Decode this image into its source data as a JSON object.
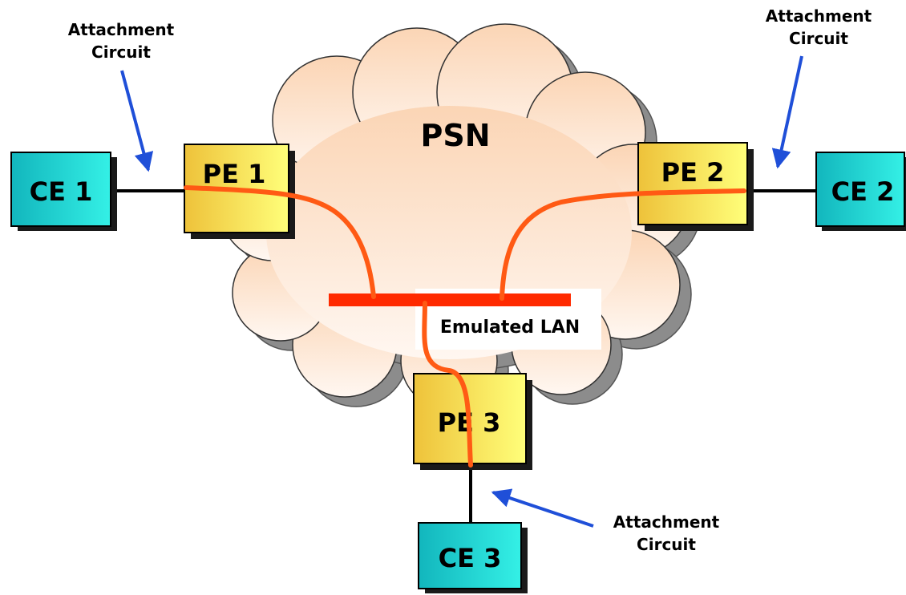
{
  "network": {
    "label": "PSN"
  },
  "lan": {
    "label": "Emulated LAN"
  },
  "ce_nodes": [
    {
      "id": "ce1",
      "label": "CE 1"
    },
    {
      "id": "ce2",
      "label": "CE 2"
    },
    {
      "id": "ce3",
      "label": "CE 3"
    }
  ],
  "pe_nodes": [
    {
      "id": "pe1",
      "label": "PE 1"
    },
    {
      "id": "pe2",
      "label": "PE 2"
    },
    {
      "id": "pe3",
      "label": "PE 3"
    }
  ],
  "attachment_circuits": [
    {
      "id": "ac1",
      "line1": "Attachment",
      "line2": "Circuit"
    },
    {
      "id": "ac2",
      "line1": "Attachment",
      "line2": "Circuit"
    },
    {
      "id": "ac3",
      "line1": "Attachment",
      "line2": "Circuit"
    }
  ],
  "colors": {
    "ce_fill": "#19c8c8",
    "pe_fill": "#f2d23c",
    "pseudowire": "#ff5a14",
    "lan_bar": "#ff2a00",
    "arrow": "#1f4fd8",
    "cloud_top": "#fbd9bd",
    "cloud_shadow": "#8c8c8c"
  }
}
